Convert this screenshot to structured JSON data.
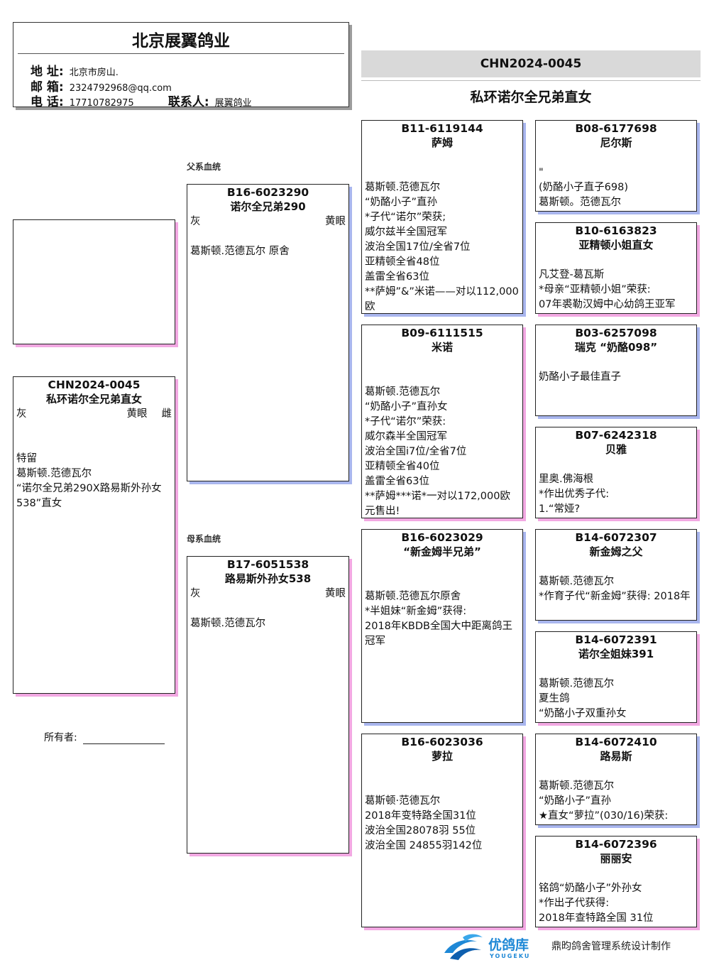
{
  "header": {
    "title": "北京展翼鸽业",
    "address_label": "地  址:",
    "address": "北京市房山.",
    "email_label": "邮  箱:",
    "email": "2324792968@qq.com",
    "phone_label": "电  话:",
    "phone": "17710782975",
    "contact_label": "联系人:",
    "contact": "展翼鸽业"
  },
  "main": {
    "ring": "CHN2024-0045",
    "title": "私环诺尔全兄弟直女"
  },
  "labels": {
    "sire_line": "父系血统",
    "dam_line": "母系血统",
    "owner": "所有者:"
  },
  "subject": {
    "ring": "CHN2024-0045",
    "name": "私环诺尔全兄弟直女",
    "color": "灰",
    "eye": "黄眼",
    "sex": "雌",
    "lines": [
      "",
      "",
      "特留",
      "葛斯顿.范德瓦尔",
      "“诺尔全兄弟290X路易斯外孙女538”直女"
    ]
  },
  "sire": {
    "ring": "B16-6023290",
    "name": "诺尔全兄弟290",
    "color": "灰",
    "eye": "黄眼",
    "lines": [
      "",
      "葛斯顿.范德瓦尔 原舍"
    ]
  },
  "dam": {
    "ring": "B17-6051538",
    "name": "路易斯外孙女538",
    "color": "灰",
    "eye": "黄眼",
    "lines": [
      "",
      "葛斯顿.范德瓦尔"
    ]
  },
  "gen2": [
    {
      "ring": "B11-6119144",
      "name": "萨姆",
      "lines": [
        "",
        "",
        "葛斯顿.范德瓦尔",
        "“奶酪小子”直孙",
        "*子代“诺尔”荣获;",
        "威尔兹半全国冠军",
        "波治全国17位/全省7位",
        "亚精顿全省48位",
        "盖雷全省63位",
        "**萨姆”&”米诺——对以112,000欧"
      ]
    },
    {
      "ring": "B09-6111515",
      "name": "米诺",
      "lines": [
        "",
        "",
        "葛斯顿.范德瓦尔",
        "“奶酪小子”直孙女",
        "*子代“诺尔”荣获:",
        "威尔森半全国冠军",
        "波治全国i7位/全省7位",
        "亚精顿全省40位",
        "盖雷全省63位",
        "**萨姆***诺*一对以172,000欧元售出!"
      ]
    },
    {
      "ring": "B16-6023029",
      "name": "“新金姆半兄弟”",
      "lines": [
        "",
        "",
        "葛斯顿.范德瓦尔原舍",
        "*半姐妹“新金姆”获得:",
        "2018年KBDB全国大中距离鸽王冠军"
      ]
    },
    {
      "ring": "B16-6023036",
      "name": "萝拉",
      "lines": [
        "",
        "",
        "葛斯顿·范德瓦尔",
        "2018年变特路全国31位",
        "波治全国28078羽 55位",
        "波治全国 24855羽142位"
      ]
    }
  ],
  "gen3": [
    {
      "ring": "B08-6177698",
      "name": "尼尔斯",
      "lines": [
        "",
        "\"",
        " (奶酪小子直子698)",
        "葛斯顿。范德瓦尔"
      ]
    },
    {
      "ring": "B10-6163823",
      "name": "亚精顿小姐直女",
      "lines": [
        "",
        "凡艾登-葛瓦斯",
        "*母亲“亚精顿小姐”荣获:",
        "07年裘勒汉姆中心幼鸽王亚军"
      ]
    },
    {
      "ring": "B03-6257098",
      "name": "瑞克 “奶酪098”",
      "lines": [
        "",
        "奶酪小子最佳直子"
      ]
    },
    {
      "ring": "B07-6242318",
      "name": "贝雅",
      "lines": [
        "",
        "里奥.佛海根",
        "*作出优秀子代:",
        "1.“常娅?"
      ]
    },
    {
      "ring": "B14-6072307",
      "name": "新金姆之父",
      "lines": [
        "",
        "葛斯顿.范德瓦尔",
        "*作育子代“新金姆”获得: 2018年"
      ]
    },
    {
      "ring": "B14-6072391",
      "name": "诺尔全姐妹391",
      "lines": [
        "",
        "葛斯顿.范德瓦尔",
        "夏生鸽",
        "“奶酪小子双重孙女"
      ]
    },
    {
      "ring": "B14-6072410",
      "name": "路易斯",
      "lines": [
        "",
        "葛斯顿.范德瓦尔",
        "“奶酪小子”直孙",
        "★直女“萝拉”(030/16)荣获:"
      ]
    },
    {
      "ring": "B14-6072396",
      "name": "丽丽安",
      "lines": [
        "",
        "铭鸽“奶酪小子”外孙女",
        "*作出子代获得:",
        "2018年查特路全国 31位"
      ]
    }
  ],
  "footer": {
    "brand": "优鸽库",
    "brand_en": "YOUGEKU",
    "credit": "鼎昀鸽舍管理系统设计制作"
  }
}
